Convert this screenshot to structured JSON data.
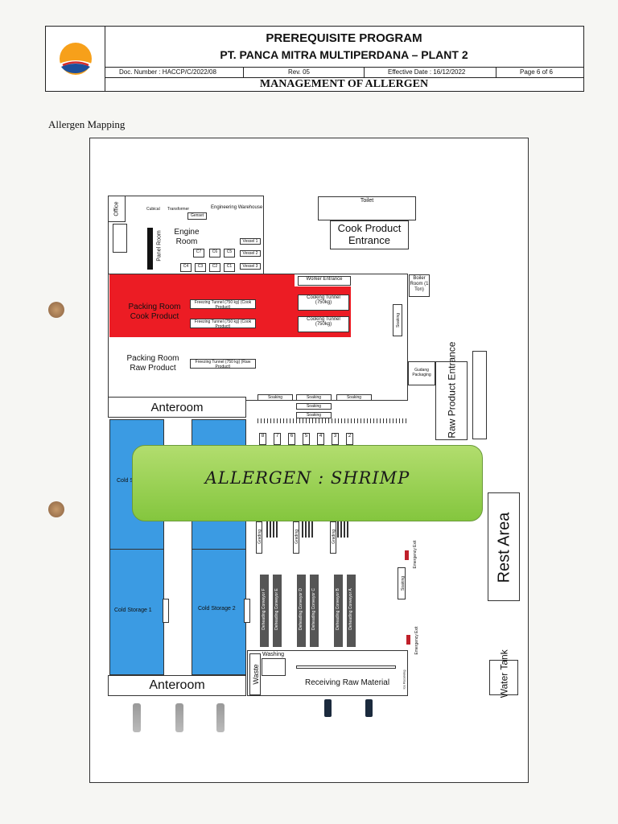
{
  "header": {
    "title": "PREREQUISITE PROGRAM",
    "company": "PT. PANCA MITRA MULTIPERDANA – PLANT 2",
    "doc_number": "Doc. Number : HACCP/C/2022/08",
    "revision": "Rev. 05",
    "effective_date": "Effective Date : 16/12/2022",
    "page": "Page 6 of 6",
    "subject": "MANAGEMENT OF ALLERGEN"
  },
  "caption": "Allergen Mapping",
  "banner": "ALLERGEN : SHRIMP",
  "colors": {
    "allergen_zone": "#ec1c24",
    "cold_storage": "#3b9be3",
    "banner": "#9fd25a"
  },
  "map": {
    "office": "Office",
    "cubical": "Cubical",
    "transformer": "Transformer",
    "genset": "Genset",
    "engineering_warehouse": "Engineering Warehouse",
    "panel_room": "Panel Room",
    "engine_room": "Engine Room",
    "compressors": [
      "C7",
      "C6",
      "C5",
      "C4",
      "C3",
      "C2",
      "C1"
    ],
    "vessels": [
      "Vessel 1",
      "Vessel 2",
      "Vessel 3"
    ],
    "toilet": "Toilet",
    "cook_product_entrance": "Cook Product Entrance",
    "worker_entrance": "Worker Entrance",
    "boiler_room": "Boiler Room (1 Ton)",
    "packing_cook": "Packing Room Cook Product",
    "freezing_cook": "Freezing Tunnel (750 kg) (Cook Product)",
    "cooking_tunnel": "Cooking Tunnel (750kg)",
    "packing_raw": "Packing Room Raw Product",
    "freezing_raw": "Freezing Tunnel (750 kg) (Raw Product)",
    "soaking": "Soaking",
    "gudang_packaging": "Gudang Packaging",
    "raw_product_entrance": "Raw Product Entrance",
    "anteroom_top": "Anteroom",
    "anteroom_bottom": "Anteroom",
    "cold_storage_3": "Cold S",
    "cold_storage_1": "Cold Storage 1",
    "cold_storage_2": "Cold Storage 2",
    "grading": "Grading",
    "emergency_exit": "Emergency Exit",
    "rest_area": "Rest Area",
    "deheading": [
      "Deheading Conveyor F",
      "Deheading Conveyor E",
      "Deheading Conveyor D",
      "Deheading Conveyor C",
      "Deheading Conveyor B",
      "Deheading Conveyor A"
    ],
    "washing": "Washing",
    "waste": "Waste",
    "receiving": "Receiving Raw Material",
    "ice_receiving": "Ice Receiving",
    "water_tank": "Water Tank",
    "line_numbers": [
      "8",
      "7",
      "6",
      "5",
      "4",
      "3",
      "2"
    ]
  }
}
